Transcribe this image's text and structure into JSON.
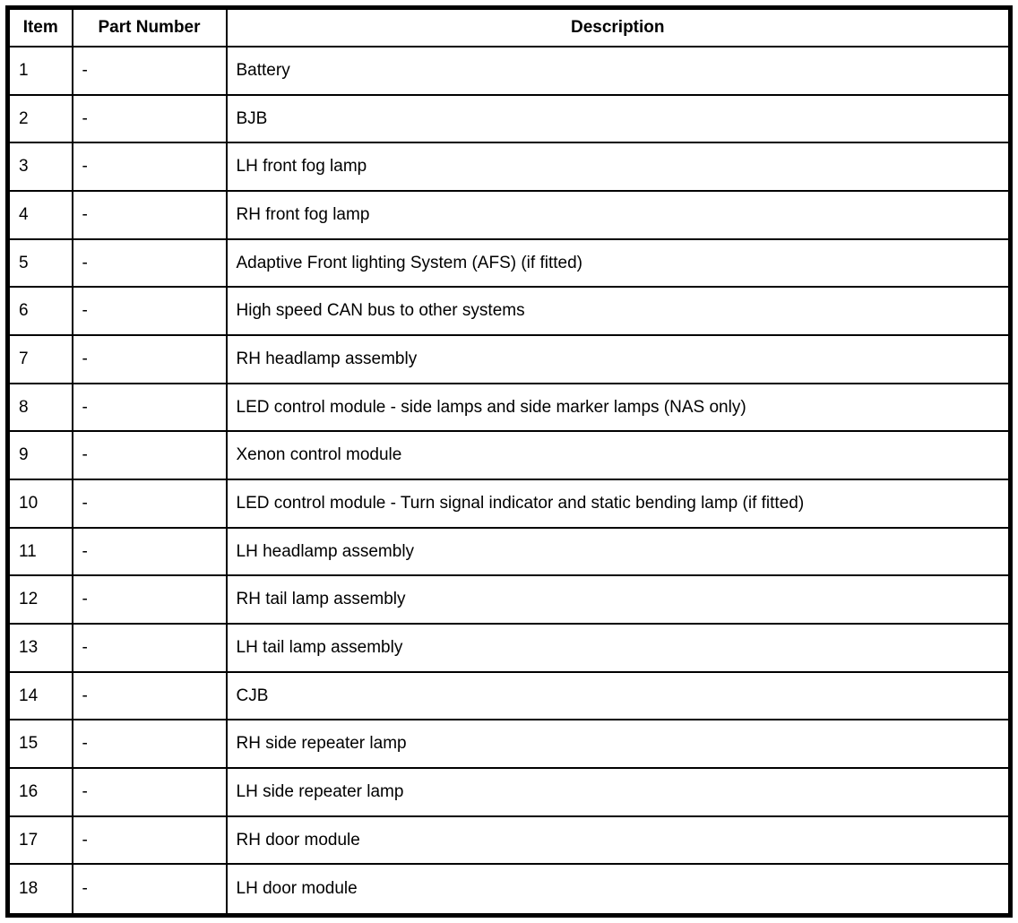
{
  "table": {
    "columns": [
      "Item",
      "Part Number",
      "Description"
    ],
    "rows": [
      {
        "item": "1",
        "part_number": "-",
        "description": "Battery"
      },
      {
        "item": "2",
        "part_number": "-",
        "description": "BJB"
      },
      {
        "item": "3",
        "part_number": "-",
        "description": "LH front fog lamp"
      },
      {
        "item": "4",
        "part_number": "-",
        "description": "RH front fog lamp"
      },
      {
        "item": "5",
        "part_number": "-",
        "description": "Adaptive Front lighting System (AFS) (if fitted)"
      },
      {
        "item": "6",
        "part_number": "-",
        "description": "High speed CAN bus to other systems"
      },
      {
        "item": "7",
        "part_number": "-",
        "description": "RH headlamp assembly"
      },
      {
        "item": "8",
        "part_number": "-",
        "description": "LED control module - side lamps and side marker lamps (NAS only)"
      },
      {
        "item": "9",
        "part_number": "-",
        "description": "Xenon control module"
      },
      {
        "item": "10",
        "part_number": "-",
        "description": "LED control module - Turn signal indicator and static bending lamp (if fitted)"
      },
      {
        "item": "11",
        "part_number": "-",
        "description": "LH headlamp assembly"
      },
      {
        "item": "12",
        "part_number": "-",
        "description": "RH tail lamp assembly"
      },
      {
        "item": "13",
        "part_number": "-",
        "description": "LH tail lamp assembly"
      },
      {
        "item": "14",
        "part_number": "-",
        "description": "CJB"
      },
      {
        "item": "15",
        "part_number": "-",
        "description": "RH side repeater lamp"
      },
      {
        "item": "16",
        "part_number": "-",
        "description": "LH side repeater lamp"
      },
      {
        "item": "17",
        "part_number": "-",
        "description": "RH door module"
      },
      {
        "item": "18",
        "part_number": "-",
        "description": "LH door module"
      }
    ]
  }
}
